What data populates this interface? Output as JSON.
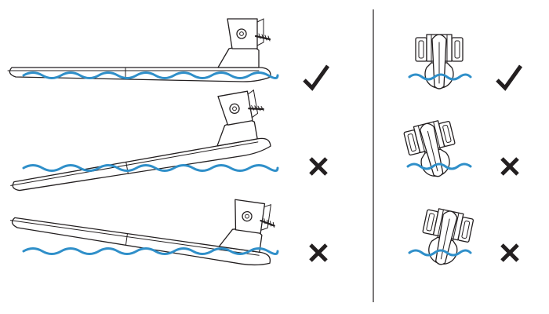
{
  "colors": {
    "water": "#2f8fc9",
    "ink": "#231f20",
    "divider": "#231f20"
  },
  "panels": {
    "side_view": [
      {
        "id": "level",
        "result": "correct",
        "icon": "check-icon"
      },
      {
        "id": "tilted-nose-down",
        "result": "incorrect",
        "icon": "cross-icon"
      },
      {
        "id": "tilted-nose-up",
        "result": "incorrect",
        "icon": "cross-icon"
      }
    ],
    "rear_view": [
      {
        "id": "vertical",
        "result": "correct",
        "icon": "check-icon"
      },
      {
        "id": "tilted-left",
        "result": "incorrect",
        "icon": "cross-icon"
      },
      {
        "id": "tilted-right",
        "result": "incorrect",
        "icon": "cross-icon"
      }
    ]
  }
}
